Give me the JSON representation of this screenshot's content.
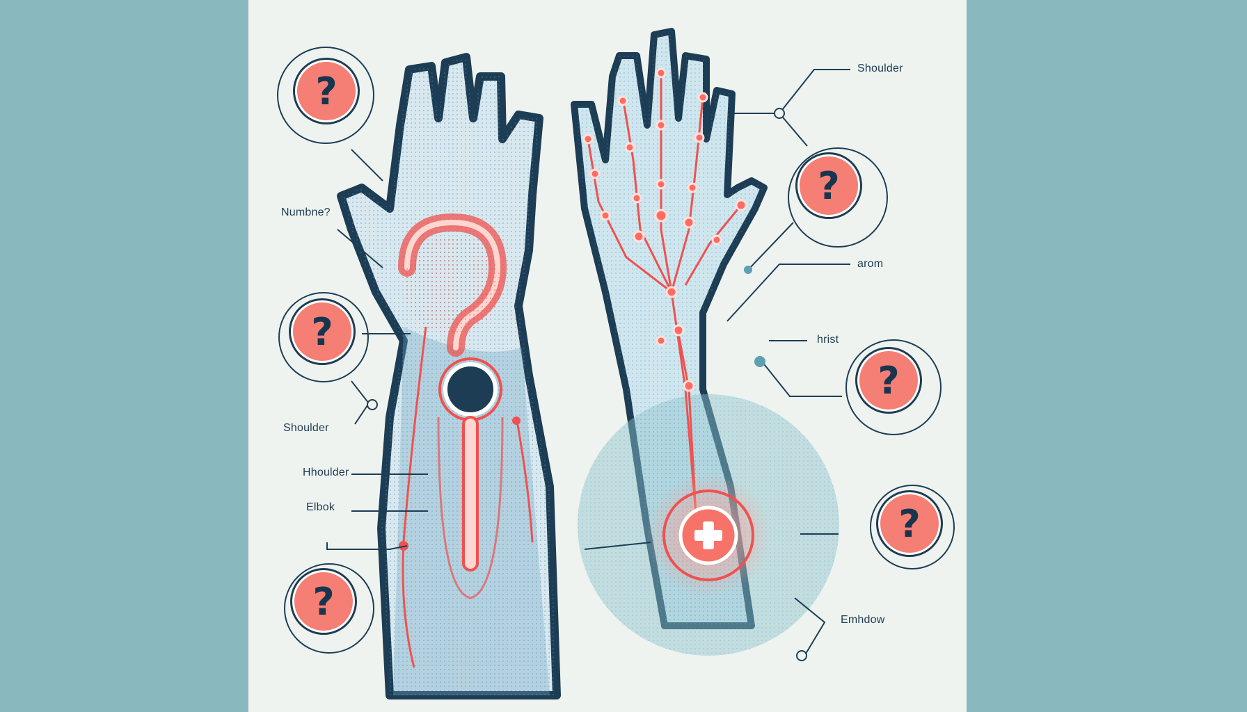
{
  "labels": {
    "shoulder_top": "Shoulder",
    "numbness": "Numbne?",
    "arom": "arom",
    "hrist": "hrist",
    "shoulder_left": "Shoulder",
    "hhoulder": "Hhoulder",
    "elbok": "Elbok",
    "emhdow": "Emhdow"
  },
  "badges": {
    "symbol": "?"
  },
  "colors": {
    "background": "#8ab8bf",
    "panel": "#eef3ef",
    "accent_red": "#f0514f",
    "badge_fill": "#f57f74",
    "outline": "#1d3d55",
    "skin_blue": "#9cc9d6"
  },
  "icons": [
    "question-mark-icon",
    "plus-icon"
  ]
}
